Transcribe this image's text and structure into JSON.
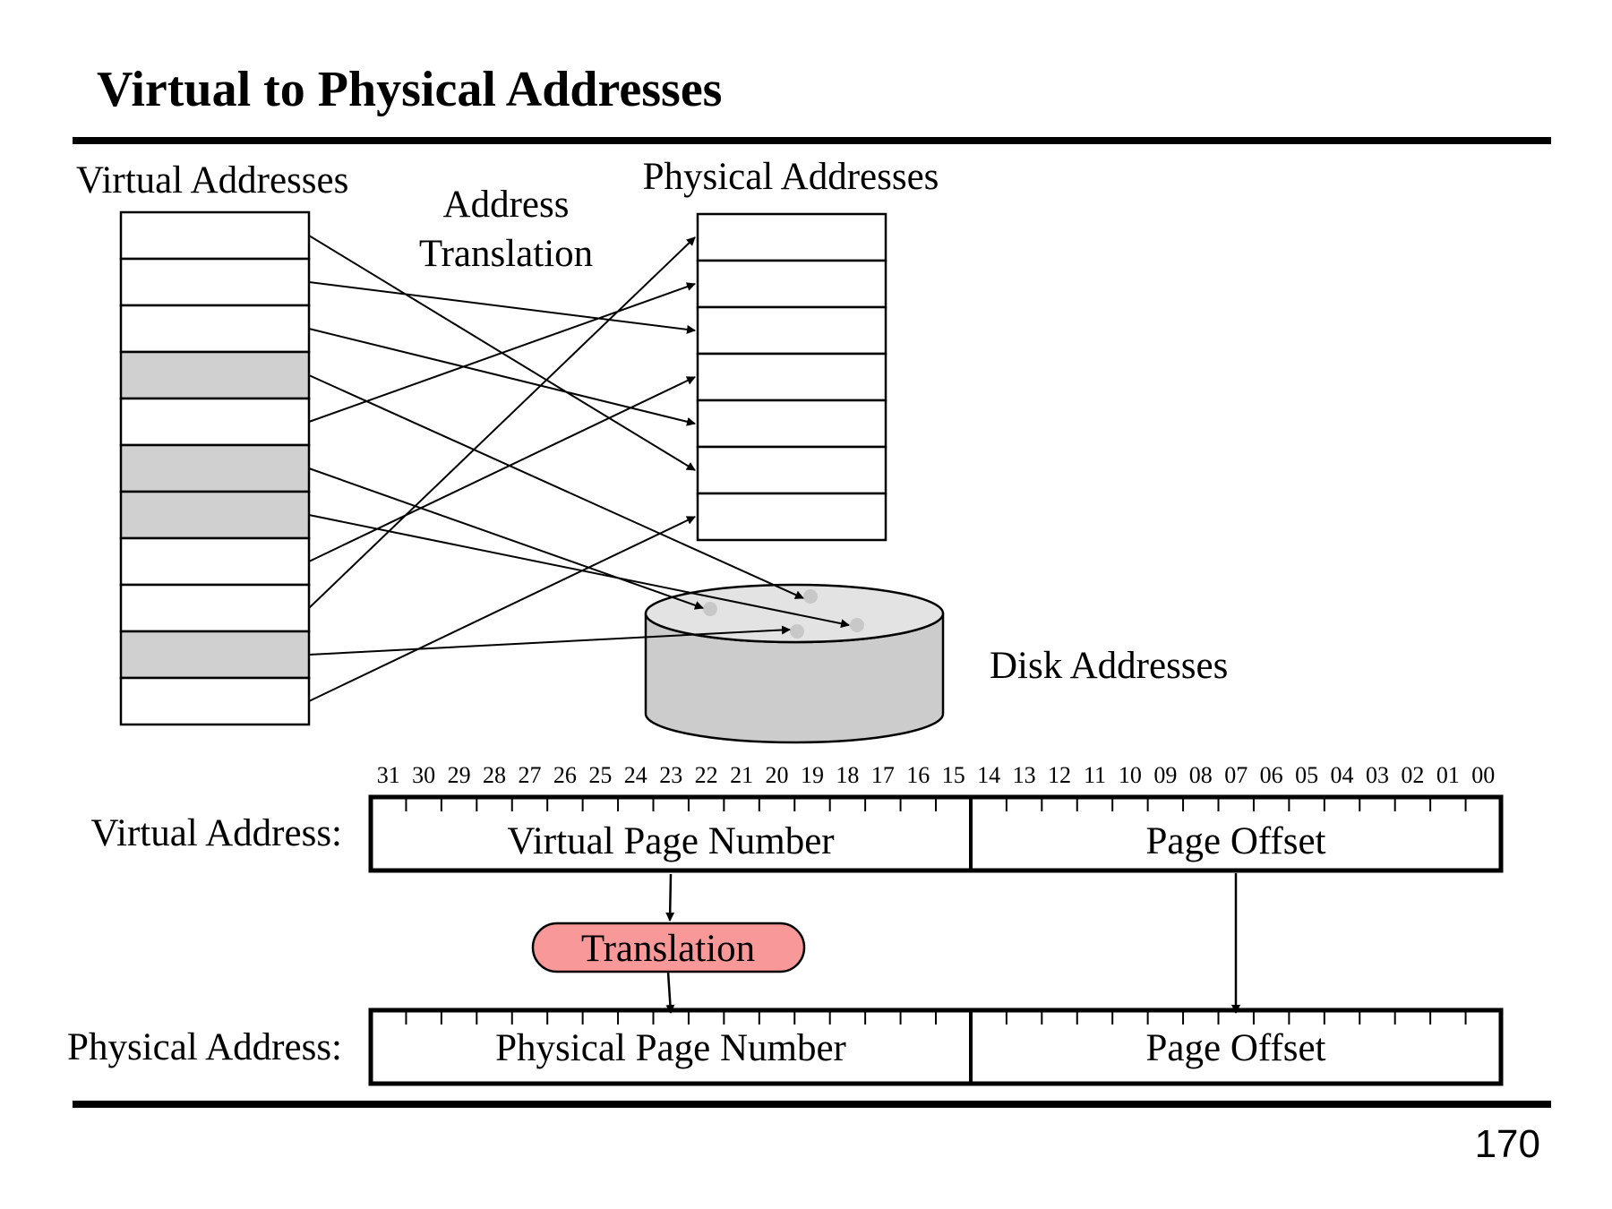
{
  "title": "Virtual to Physical Addresses",
  "page_number": "170",
  "diagram": {
    "virtual_addresses_label": "Virtual Addresses",
    "address_translation_label": [
      "Address",
      "Translation"
    ],
    "physical_addresses_label": "Physical Addresses",
    "disk_addresses_label": "Disk Addresses",
    "virtual_pages": [
      {
        "shaded": false,
        "maps_to": "phys-5"
      },
      {
        "shaded": false,
        "maps_to": "phys-2"
      },
      {
        "shaded": false,
        "maps_to": "phys-4"
      },
      {
        "shaded": true,
        "maps_to": "disk-a"
      },
      {
        "shaded": false,
        "maps_to": "phys-1"
      },
      {
        "shaded": true,
        "maps_to": "disk-b"
      },
      {
        "shaded": true,
        "maps_to": "disk-c"
      },
      {
        "shaded": false,
        "maps_to": "phys-3"
      },
      {
        "shaded": false,
        "maps_to": "phys-0"
      },
      {
        "shaded": true,
        "maps_to": "disk-d"
      },
      {
        "shaded": false,
        "maps_to": "phys-6"
      }
    ],
    "physical_page_count": 7,
    "colors": {
      "shaded_page": "#d0d0d0",
      "disk_top": "#e3e3e3",
      "disk_body": "#cccccc",
      "disk_dot": "#c8c8c8",
      "translation_box": "#f89898"
    }
  },
  "address_format": {
    "bit_numbers": [
      "31",
      "30",
      "29",
      "28",
      "27",
      "26",
      "25",
      "24",
      "23",
      "22",
      "21",
      "20",
      "19",
      "18",
      "17",
      "16",
      "15",
      "14",
      "13",
      "12",
      "11",
      "10",
      "09",
      "08",
      "07",
      "06",
      "05",
      "04",
      "03",
      "02",
      "01",
      "00"
    ],
    "virtual_address_label": "Virtual Address:",
    "physical_address_label": "Physical Address:",
    "virtual_page_number": "Virtual Page Number",
    "physical_page_number": "Physical Page Number",
    "page_offset": "Page Offset",
    "translation": "Translation"
  }
}
